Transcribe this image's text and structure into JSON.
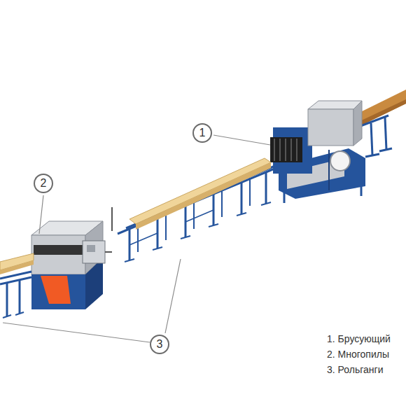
{
  "diagram": {
    "nodes": [
      {
        "text": [
          "1"
        ]
      },
      {
        "text": [
          "2"
        ]
      },
      {
        "text": [
          "3"
        ]
      }
    ],
    "labels": [
      "1. Брусующий",
      "2. Многопилы",
      "3. Рольганги"
    ]
  }
}
